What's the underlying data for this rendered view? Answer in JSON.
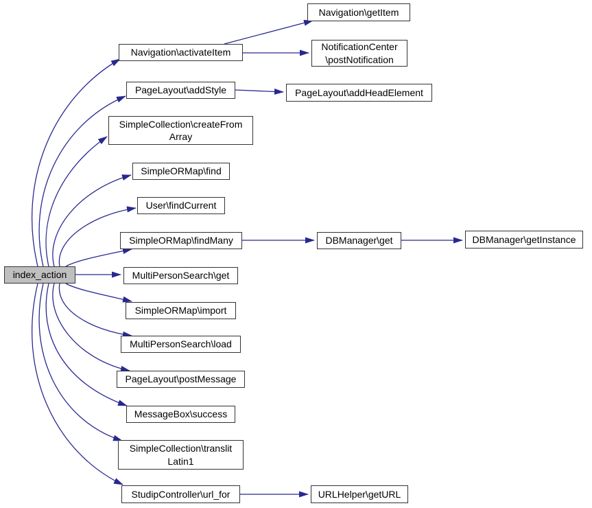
{
  "graph": {
    "type": "call-graph",
    "colors": {
      "bg": "#ffffff",
      "edge": "#282891",
      "node-border": "#333333",
      "node-fill": "#ffffff",
      "root-fill": "#bfbfbf",
      "text": "#000000"
    },
    "nodes": {
      "index_action": {
        "label": "index_action",
        "highlighted": true
      },
      "navigation_activateItem": {
        "label": "Navigation\\activateItem"
      },
      "pagelayout_addStyle": {
        "label": "PageLayout\\addStyle"
      },
      "simplecollection_createFromArray": {
        "label": "SimpleCollection\\createFrom\nArray"
      },
      "simpleormap_find": {
        "label": "SimpleORMap\\find"
      },
      "user_findCurrent": {
        "label": "User\\findCurrent"
      },
      "simpleormap_findMany": {
        "label": "SimpleORMap\\findMany"
      },
      "multipersonsearch_get": {
        "label": "MultiPersonSearch\\get"
      },
      "simpleormap_import": {
        "label": "SimpleORMap\\import"
      },
      "multipersonsearch_load": {
        "label": "MultiPersonSearch\\load"
      },
      "pagelayout_postMessage": {
        "label": "PageLayout\\postMessage"
      },
      "messagebox_success": {
        "label": "MessageBox\\success"
      },
      "simplecollection_translitLatin1": {
        "label": "SimpleCollection\\translit\nLatin1"
      },
      "studipcontroller_url_for": {
        "label": "StudipController\\url_for"
      },
      "navigation_getItem": {
        "label": "Navigation\\getItem"
      },
      "notificationcenter_postNotification": {
        "label": "NotificationCenter\n\\postNotification"
      },
      "pagelayout_addHeadElement": {
        "label": "PageLayout\\addHeadElement"
      },
      "dbmanager_get": {
        "label": "DBManager\\get"
      },
      "dbmanager_getInstance": {
        "label": "DBManager\\getInstance"
      },
      "urlhelper_getURL": {
        "label": "URLHelper\\getURL"
      }
    },
    "edges": [
      {
        "from": "index_action",
        "to": "navigation_activateItem"
      },
      {
        "from": "index_action",
        "to": "pagelayout_addStyle"
      },
      {
        "from": "index_action",
        "to": "simplecollection_createFromArray"
      },
      {
        "from": "index_action",
        "to": "simpleormap_find"
      },
      {
        "from": "index_action",
        "to": "user_findCurrent"
      },
      {
        "from": "index_action",
        "to": "simpleormap_findMany"
      },
      {
        "from": "index_action",
        "to": "multipersonsearch_get"
      },
      {
        "from": "index_action",
        "to": "simpleormap_import"
      },
      {
        "from": "index_action",
        "to": "multipersonsearch_load"
      },
      {
        "from": "index_action",
        "to": "pagelayout_postMessage"
      },
      {
        "from": "index_action",
        "to": "messagebox_success"
      },
      {
        "from": "index_action",
        "to": "simplecollection_translitLatin1"
      },
      {
        "from": "index_action",
        "to": "studipcontroller_url_for"
      },
      {
        "from": "navigation_activateItem",
        "to": "navigation_getItem"
      },
      {
        "from": "navigation_activateItem",
        "to": "notificationcenter_postNotification"
      },
      {
        "from": "pagelayout_addStyle",
        "to": "pagelayout_addHeadElement"
      },
      {
        "from": "simpleormap_findMany",
        "to": "dbmanager_get"
      },
      {
        "from": "dbmanager_get",
        "to": "dbmanager_getInstance"
      },
      {
        "from": "studipcontroller_url_for",
        "to": "urlhelper_getURL"
      }
    ]
  }
}
